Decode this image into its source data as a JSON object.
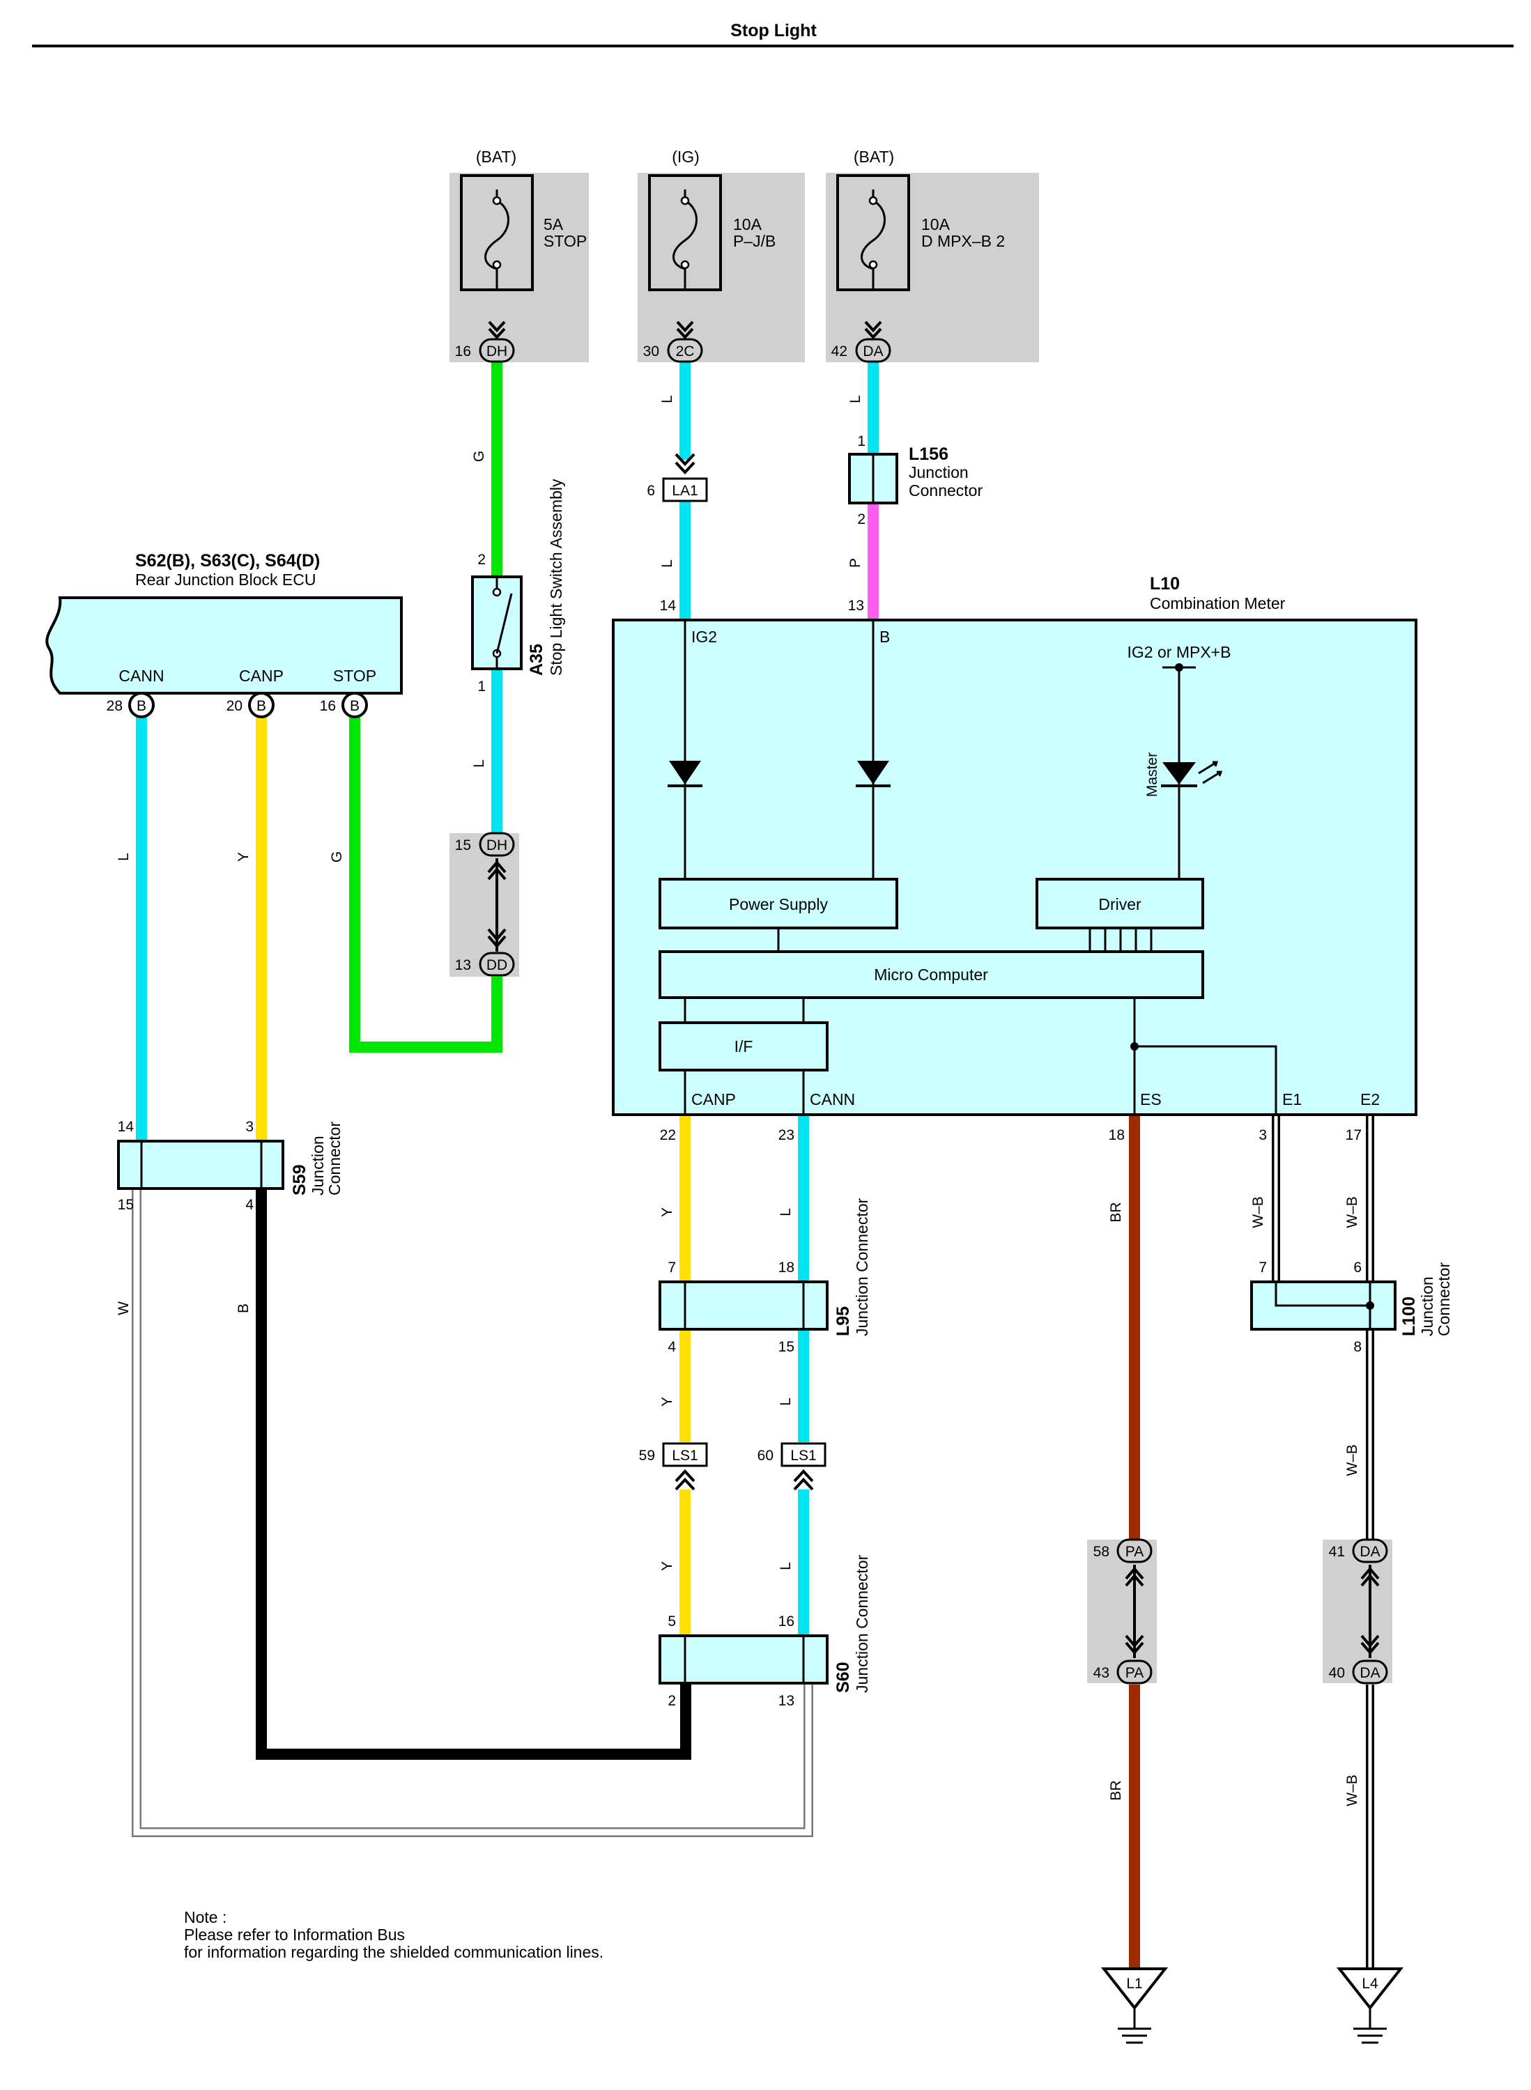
{
  "title": "Stop Light",
  "note": {
    "line1": "Note :",
    "line2": "Please refer to Information Bus",
    "line3": "for information regarding the shielded communication lines."
  },
  "colors": {
    "light_blue": "#00e5f2",
    "yellow": "#ffe000",
    "green": "#00e600",
    "pink": "#ff5cf0",
    "brown": "#9e2a00",
    "black": "#000000",
    "white_wire": "#ffffff",
    "component_fill": "#ccffff",
    "fuse_box": "#d0d0d0"
  },
  "fuses": [
    {
      "source": "(BAT)",
      "rating": "5A",
      "name": "STOP",
      "pin": "16",
      "conn": "DH"
    },
    {
      "source": "(IG)",
      "rating": "10A",
      "name": "P–J/B",
      "pin": "30",
      "conn": "2C"
    },
    {
      "source": "(BAT)",
      "rating": "10A",
      "name": "D MPX–B 2",
      "pin": "42",
      "conn": "DA"
    }
  ],
  "rear_ecu": {
    "code": "S62(B), S63(C), S64(D)",
    "name": "Rear Junction Block ECU",
    "terminals": [
      {
        "label": "CANN",
        "pin": "28",
        "conn": "B"
      },
      {
        "label": "CANP",
        "pin": "20",
        "conn": "B"
      },
      {
        "label": "STOP",
        "pin": "16",
        "conn": "B"
      }
    ]
  },
  "switch": {
    "code": "A35",
    "name": "Stop Light Switch Assembly",
    "pin_top": "2",
    "pin_bottom": "1"
  },
  "connectors": {
    "dh_dd": {
      "top_pin": "15",
      "top_conn": "DH",
      "bottom_pin": "13",
      "bottom_conn": "DD"
    },
    "la1": {
      "pin": "6",
      "conn": "LA1"
    },
    "l156": {
      "code": "L156",
      "line1": "Junction",
      "line2": "Connector",
      "pin_top": "1",
      "pin_bottom": "2"
    },
    "s59": {
      "code": "S59",
      "line1": "Junction",
      "line2": "Connector",
      "pin_tl": "14",
      "pin_tr": "3",
      "pin_bl": "15",
      "pin_br": "4"
    },
    "l95": {
      "code": "L95",
      "name": "Junction Connector",
      "pin_tl": "7",
      "pin_tr": "18",
      "pin_bl": "4",
      "pin_br": "15"
    },
    "ls1": {
      "left_pin": "59",
      "right_pin": "60",
      "conn": "LS1"
    },
    "s60": {
      "code": "S60",
      "name": "Junction Connector",
      "pin_tl": "5",
      "pin_tr": "16",
      "pin_bl": "2",
      "pin_br": "13"
    },
    "l100": {
      "code": "L100",
      "line1": "Junction",
      "line2": "Connector",
      "pin_tl": "7",
      "pin_tr": "6",
      "pin_b": "8"
    },
    "pa": {
      "top_pin": "58",
      "bottom_pin": "43",
      "conn": "PA"
    },
    "da": {
      "top_pin": "41",
      "bottom_pin": "40",
      "conn": "DA"
    }
  },
  "meter": {
    "code": "L10",
    "name": "Combination Meter",
    "pin_ig2": "14",
    "pin_b": "13",
    "label_ig2": "IG2",
    "label_b": "B",
    "label_ig2mpx": "IG2 or MPX+B",
    "label_master": "Master",
    "power_supply": "Power Supply",
    "driver": "Driver",
    "micro": "Micro Computer",
    "if": "I/F",
    "terminals": [
      {
        "label": "CANP",
        "pin": "22"
      },
      {
        "label": "CANN",
        "pin": "23"
      },
      {
        "label": "ES",
        "pin": "18"
      },
      {
        "label": "E1",
        "pin": "3"
      },
      {
        "label": "E2",
        "pin": "17"
      }
    ]
  },
  "wire_colors": {
    "l": "L",
    "y": "Y",
    "g": "G",
    "p": "P",
    "w": "W",
    "b": "B",
    "br": "BR",
    "wb": "W–B"
  },
  "grounds": [
    "L1",
    "L4"
  ]
}
